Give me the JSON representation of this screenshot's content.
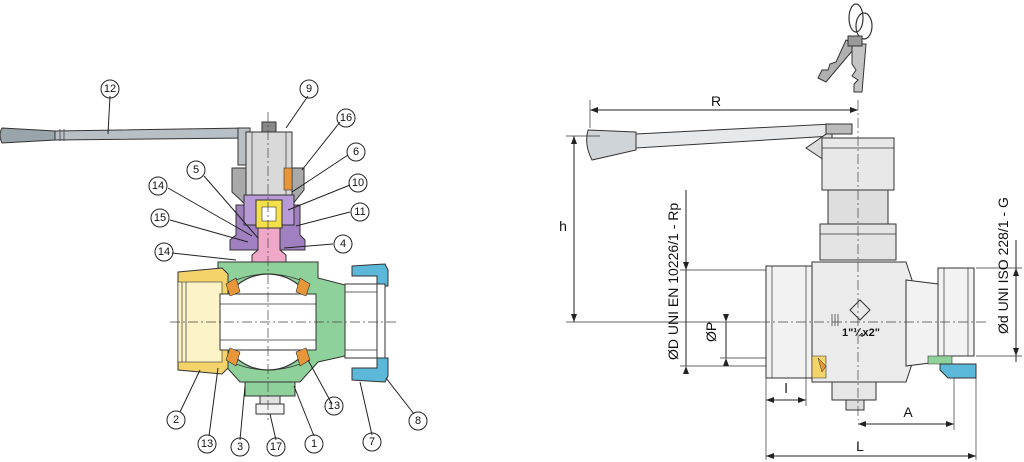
{
  "callouts": [
    "1",
    "2",
    "3",
    "4",
    "5",
    "6",
    "7",
    "8",
    "9",
    "10",
    "11",
    "12",
    "13",
    "13",
    "14",
    "14",
    "15",
    "16",
    "17"
  ],
  "dimensions": {
    "R": "R",
    "h": "h",
    "A": "A",
    "L": "L",
    "l": "l",
    "OP": "ØP",
    "OD": "ØD UNI EN 10226/1 - Rp",
    "Od": "Ød UNI ISO 228/1 - G"
  },
  "body_marking": "1\"¼x2\"",
  "colors": {
    "handle": "#9aa4ab",
    "cap": "#a9a9a9",
    "bonnet_purple": "#a080c0",
    "stem_pink": "#f0a8c8",
    "body_green": "#8fd19a",
    "end_yellow": "#f3d36a",
    "nut_blue": "#5cb8d8",
    "seal_orange": "#e8963a",
    "stem_yellow": "#f4e04a"
  },
  "icons": [
    "key-icon"
  ]
}
